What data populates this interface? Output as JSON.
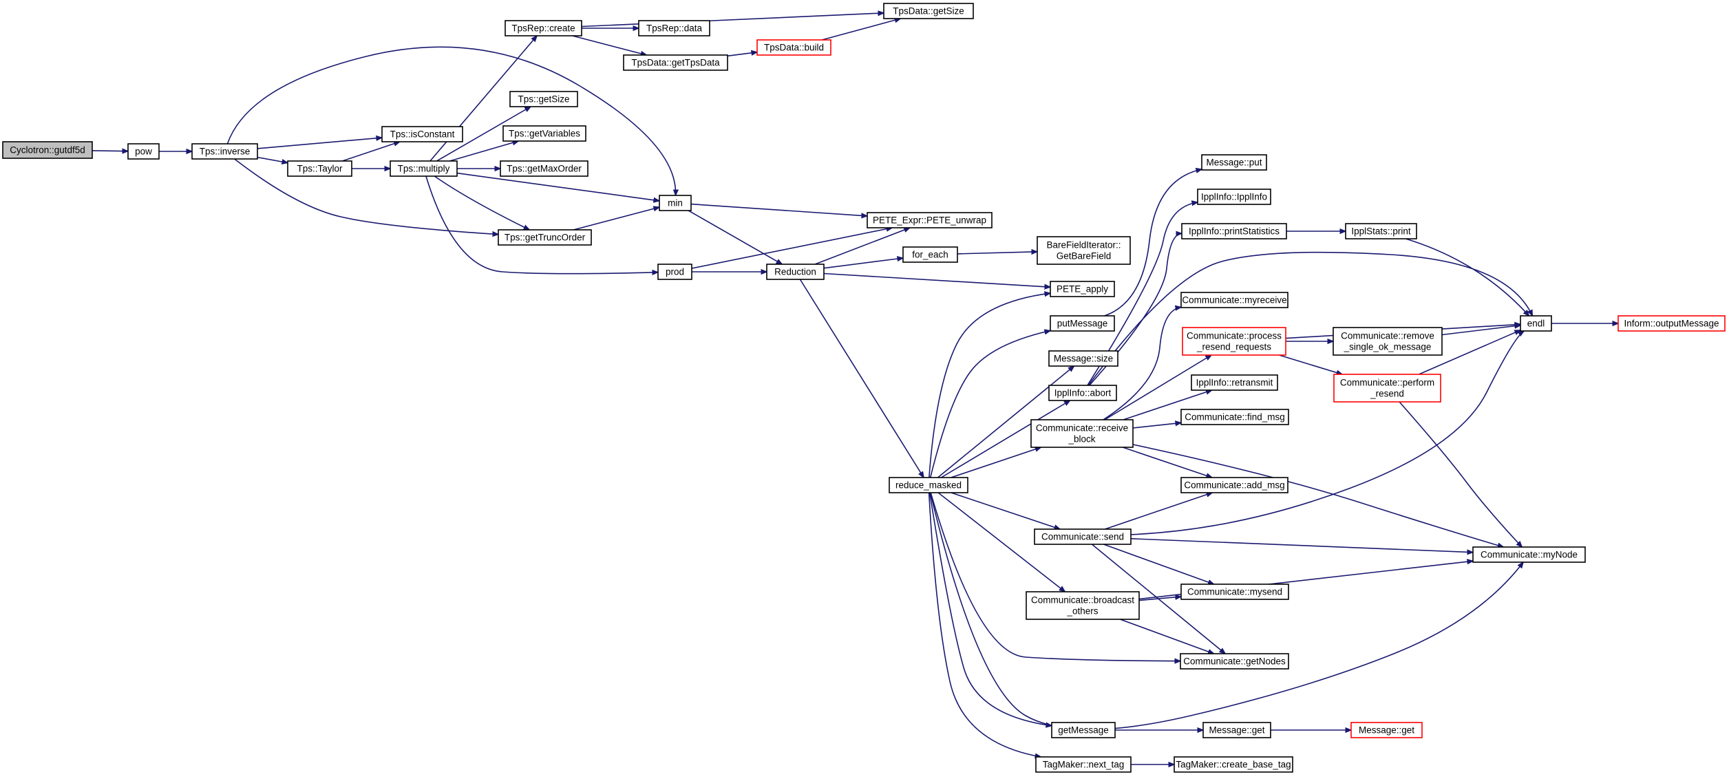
{
  "graph": {
    "colors": {
      "edge": "#191970",
      "root_fill": "#bfbfbf",
      "node_border": "#000000",
      "truncated_border": "#ff0000"
    },
    "nodes": [
      {
        "id": "root",
        "label": [
          "Cyclotron::gutdf5d"
        ],
        "style": "root"
      },
      {
        "id": "pow",
        "label": [
          "pow"
        ]
      },
      {
        "id": "tps_inverse",
        "label": [
          "Tps::inverse"
        ]
      },
      {
        "id": "tps_isconstant",
        "label": [
          "Tps::isConstant"
        ]
      },
      {
        "id": "tps_taylor",
        "label": [
          "Tps::Taylor"
        ]
      },
      {
        "id": "tps_multiply",
        "label": [
          "Tps::multiply"
        ]
      },
      {
        "id": "tps_gettruncorder",
        "label": [
          "Tps::getTruncOrder"
        ]
      },
      {
        "id": "min",
        "label": [
          "min"
        ]
      },
      {
        "id": "tpsrep_create",
        "label": [
          "TpsRep::create"
        ]
      },
      {
        "id": "tpsrep_data",
        "label": [
          "TpsRep::data"
        ]
      },
      {
        "id": "tpsdata_getsize",
        "label": [
          "TpsData::getSize"
        ]
      },
      {
        "id": "tpsdata_gettpsdata",
        "label": [
          "TpsData::getTpsData"
        ]
      },
      {
        "id": "tpsdata_build",
        "label": [
          "TpsData::build"
        ],
        "style": "truncated"
      },
      {
        "id": "tps_getsize",
        "label": [
          "Tps::getSize"
        ]
      },
      {
        "id": "tps_getvariables",
        "label": [
          "Tps::getVariables"
        ]
      },
      {
        "id": "tps_getmaxorder",
        "label": [
          "Tps::getMaxOrder"
        ]
      },
      {
        "id": "prod",
        "label": [
          "prod"
        ]
      },
      {
        "id": "reduction",
        "label": [
          "Reduction"
        ]
      },
      {
        "id": "pete_unwrap",
        "label": [
          "PETE_Expr::PETE_unwrap"
        ]
      },
      {
        "id": "for_each",
        "label": [
          "for_each"
        ]
      },
      {
        "id": "barefield",
        "label": [
          "BareFieldIterator::",
          "GetBareField"
        ]
      },
      {
        "id": "pete_apply",
        "label": [
          "PETE_apply"
        ]
      },
      {
        "id": "reduce_masked",
        "label": [
          "reduce_masked"
        ]
      },
      {
        "id": "putmessage",
        "label": [
          "putMessage"
        ]
      },
      {
        "id": "message_size",
        "label": [
          "Message::size"
        ]
      },
      {
        "id": "ipplinfo_abort",
        "label": [
          "IpplInfo::abort"
        ]
      },
      {
        "id": "comm_receive_block",
        "label": [
          "Communicate::receive",
          "_block"
        ]
      },
      {
        "id": "comm_send",
        "label": [
          "Communicate::send"
        ]
      },
      {
        "id": "comm_broadcast",
        "label": [
          "Communicate::broadcast",
          "_others"
        ]
      },
      {
        "id": "getmessage",
        "label": [
          "getMessage"
        ]
      },
      {
        "id": "tagmaker_next",
        "label": [
          "TagMaker::next_tag"
        ]
      },
      {
        "id": "message_put",
        "label": [
          "Message::put"
        ]
      },
      {
        "id": "ipplinfo_ipplinfo",
        "label": [
          "IpplInfo::IpplInfo"
        ]
      },
      {
        "id": "ipplinfo_printstats",
        "label": [
          "IpplInfo::printStatistics"
        ]
      },
      {
        "id": "ipplstats_print",
        "label": [
          "IpplStats::print"
        ]
      },
      {
        "id": "comm_myreceive",
        "label": [
          "Communicate::myreceive"
        ]
      },
      {
        "id": "comm_process_resend",
        "label": [
          "Communicate::process",
          "_resend_requests"
        ],
        "style": "truncated"
      },
      {
        "id": "comm_remove_single",
        "label": [
          "Communicate::remove",
          "_single_ok_message"
        ]
      },
      {
        "id": "comm_perform_resend",
        "label": [
          "Communicate::perform",
          "_resend"
        ],
        "style": "truncated"
      },
      {
        "id": "endl",
        "label": [
          "endl"
        ]
      },
      {
        "id": "inform_output",
        "label": [
          "Inform::outputMessage"
        ],
        "style": "truncated"
      },
      {
        "id": "ipplinfo_retransmit",
        "label": [
          "IpplInfo::retransmit"
        ]
      },
      {
        "id": "comm_find_msg",
        "label": [
          "Communicate::find_msg"
        ]
      },
      {
        "id": "comm_add_msg",
        "label": [
          "Communicate::add_msg"
        ]
      },
      {
        "id": "comm_mynode",
        "label": [
          "Communicate::myNode"
        ]
      },
      {
        "id": "comm_mysend",
        "label": [
          "Communicate::mysend"
        ]
      },
      {
        "id": "comm_getnodes",
        "label": [
          "Communicate::getNodes"
        ]
      },
      {
        "id": "message_get",
        "label": [
          "Message::get"
        ]
      },
      {
        "id": "message_get_red",
        "label": [
          "Message::get"
        ],
        "style": "truncated"
      },
      {
        "id": "tagmaker_create",
        "label": [
          "TagMaker::create_base_tag"
        ]
      }
    ],
    "edges": [
      [
        "root",
        "pow"
      ],
      [
        "pow",
        "tps_inverse"
      ],
      [
        "tps_inverse",
        "tps_isconstant"
      ],
      [
        "tps_inverse",
        "tps_taylor"
      ],
      [
        "tps_inverse",
        "tps_gettruncorder"
      ],
      [
        "tps_inverse",
        "min"
      ],
      [
        "tps_taylor",
        "tps_isconstant"
      ],
      [
        "tps_taylor",
        "tps_multiply"
      ],
      [
        "tps_multiply",
        "tpsrep_create"
      ],
      [
        "tps_multiply",
        "tps_getsize"
      ],
      [
        "tps_multiply",
        "tps_getvariables"
      ],
      [
        "tps_multiply",
        "tps_getmaxorder"
      ],
      [
        "tps_multiply",
        "min"
      ],
      [
        "tps_multiply",
        "tps_gettruncorder"
      ],
      [
        "tps_multiply",
        "prod"
      ],
      [
        "tps_gettruncorder",
        "min"
      ],
      [
        "tpsrep_create",
        "tpsdata_getsize"
      ],
      [
        "tpsrep_create",
        "tpsrep_data"
      ],
      [
        "tpsrep_create",
        "tpsdata_gettpsdata"
      ],
      [
        "tpsdata_gettpsdata",
        "tpsdata_build"
      ],
      [
        "tpsdata_build",
        "tpsdata_getsize"
      ],
      [
        "min",
        "pete_unwrap"
      ],
      [
        "min",
        "reduction"
      ],
      [
        "prod",
        "reduction"
      ],
      [
        "prod",
        "pete_unwrap"
      ],
      [
        "reduction",
        "pete_unwrap"
      ],
      [
        "reduction",
        "for_each"
      ],
      [
        "reduction",
        "pete_apply"
      ],
      [
        "reduction",
        "reduce_masked"
      ],
      [
        "for_each",
        "barefield"
      ],
      [
        "reduce_masked",
        "pete_apply"
      ],
      [
        "reduce_masked",
        "putmessage"
      ],
      [
        "reduce_masked",
        "message_size"
      ],
      [
        "reduce_masked",
        "ipplinfo_abort"
      ],
      [
        "reduce_masked",
        "comm_receive_block"
      ],
      [
        "reduce_masked",
        "comm_send"
      ],
      [
        "reduce_masked",
        "comm_broadcast"
      ],
      [
        "reduce_masked",
        "comm_getnodes"
      ],
      [
        "reduce_masked",
        "comm_mynode"
      ],
      [
        "reduce_masked",
        "getmessage"
      ],
      [
        "reduce_masked",
        "tagmaker_next"
      ],
      [
        "putmessage",
        "message_put"
      ],
      [
        "ipplinfo_abort",
        "ipplinfo_ipplinfo"
      ],
      [
        "ipplinfo_abort",
        "ipplinfo_printstats"
      ],
      [
        "ipplinfo_abort",
        "endl"
      ],
      [
        "ipplinfo_printstats",
        "ipplstats_print"
      ],
      [
        "ipplstats_print",
        "endl"
      ],
      [
        "comm_receive_block",
        "comm_myreceive"
      ],
      [
        "comm_receive_block",
        "comm_process_resend"
      ],
      [
        "comm_receive_block",
        "ipplinfo_retransmit"
      ],
      [
        "comm_receive_block",
        "comm_find_msg"
      ],
      [
        "comm_receive_block",
        "comm_add_msg"
      ],
      [
        "comm_receive_block",
        "comm_mynode"
      ],
      [
        "comm_process_resend",
        "comm_remove_single"
      ],
      [
        "comm_process_resend",
        "comm_perform_resend"
      ],
      [
        "comm_process_resend",
        "endl"
      ],
      [
        "comm_remove_single",
        "endl"
      ],
      [
        "comm_perform_resend",
        "endl"
      ],
      [
        "comm_perform_resend",
        "comm_mynode"
      ],
      [
        "endl",
        "inform_output"
      ],
      [
        "comm_send",
        "comm_add_msg"
      ],
      [
        "comm_send",
        "endl"
      ],
      [
        "comm_send",
        "comm_mynode"
      ],
      [
        "comm_send",
        "comm_mysend"
      ],
      [
        "comm_send",
        "comm_getnodes"
      ],
      [
        "comm_broadcast",
        "comm_mysend"
      ],
      [
        "comm_broadcast",
        "comm_mynode"
      ],
      [
        "comm_broadcast",
        "comm_getnodes"
      ],
      [
        "getmessage",
        "message_get"
      ],
      [
        "message_get",
        "message_get_red"
      ],
      [
        "tagmaker_next",
        "tagmaker_create"
      ]
    ]
  }
}
